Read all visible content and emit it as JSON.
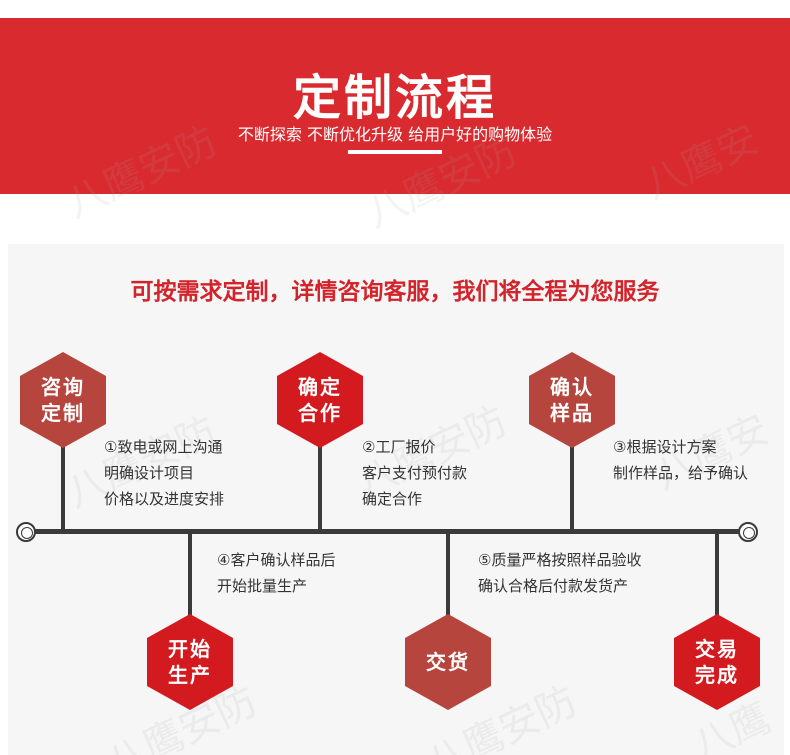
{
  "header": {
    "title": "定制流程",
    "subtitle": "不断探索 不断优化升级 给用户好的购物体验"
  },
  "intro": "可按需求定制，详情咨询客服，我们将全程为您服务",
  "watermark": "八鹰安防",
  "colors": {
    "banner": "#d92b2f",
    "heading": "#d3242b",
    "timeline": "#3a3a3a"
  },
  "steps": [
    {
      "label": "咨询定制",
      "lines": [
        "①致电或网上沟通",
        "明确设计项目",
        "价格以及进度安排"
      ]
    },
    {
      "label": "确定合作",
      "lines": [
        "②工厂报价",
        "客户支付预付款",
        "确定合作"
      ]
    },
    {
      "label": "确认样品",
      "lines": [
        "③根据设计方案",
        "制作样品，给予确认"
      ]
    },
    {
      "label": "开始生产",
      "lines": [
        "④客户确认样品后",
        "开始批量生产"
      ]
    },
    {
      "label": "交货",
      "lines": [
        "⑤质量严格按照样品验收",
        "确认合格后付款发货产"
      ]
    },
    {
      "label": "交易完成",
      "lines": []
    }
  ]
}
